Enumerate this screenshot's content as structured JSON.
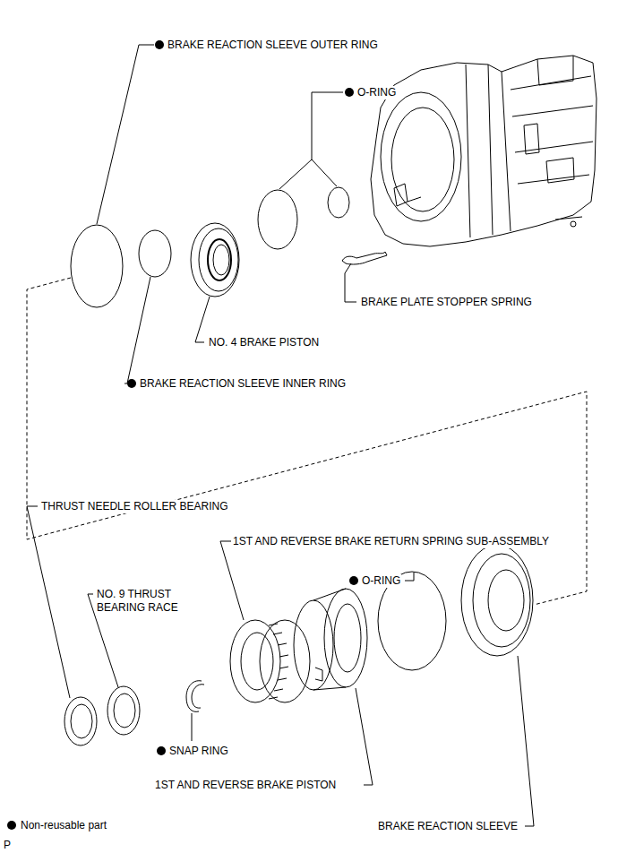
{
  "diagram": {
    "labels": [
      "BRAKE REACTION SLEEVE OUTER RING",
      "O-RING",
      "BRAKE PLATE STOPPER SPRING",
      "NO. 4 BRAKE PISTON",
      "BRAKE REACTION SLEEVE INNER RING",
      "THRUST NEEDLE ROLLER BEARING",
      "1ST AND REVERSE BRAKE RETURN SPRING SUB-ASSEMBLY",
      "O-RING",
      "NO. 9 THRUST BEARING RACE",
      "SNAP RING",
      "1ST AND REVERSE BRAKE PISTON",
      "BRAKE REACTION SLEEVE",
      "P"
    ],
    "legend": [
      {
        "text": "Non-reusable part"
      }
    ]
  }
}
